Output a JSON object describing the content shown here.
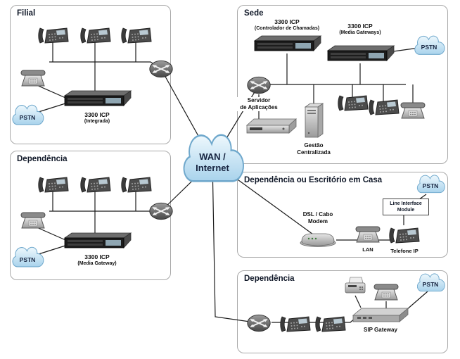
{
  "wan": {
    "line1": "WAN /",
    "line2": "Internet"
  },
  "panels": {
    "filial": {
      "title": "Filial",
      "pstn": "PSTN",
      "icp": {
        "name": "3300 ICP",
        "sub": "(Integrada)"
      }
    },
    "dependencia": {
      "title": "Dependência",
      "pstn": "PSTN",
      "icp": {
        "name": "3300 ICP",
        "sub": "(Media Gateway)"
      }
    },
    "sede": {
      "title": "Sede",
      "pstn": "PSTN",
      "icp_controller": {
        "name": "3300 ICP",
        "sub": "(Controlador de Chamadas)"
      },
      "icp_media": {
        "name": "3300 ICP",
        "sub": "(Media Gateways)"
      },
      "app_server": {
        "line1": "Servidor",
        "line2": "de Aplicações"
      },
      "management": {
        "line1": "Gestão",
        "line2": "Centralizada"
      }
    },
    "home_office": {
      "title": "Dependência ou Escritório em Casa",
      "pstn": "PSTN",
      "modem": {
        "line1": "DSL / Cabo",
        "line2": "Modem"
      },
      "lim": {
        "line1": "Line Interface",
        "line2": "Module"
      },
      "lan_label": "LAN",
      "ip_phone_label": "Telefone IP"
    },
    "dependencia_sip": {
      "title": "Dependência",
      "pstn": "PSTN",
      "gateway_label": "SIP Gateway"
    }
  },
  "colors": {
    "cloud_fill_top": "#e9f5fc",
    "cloud_fill_bottom": "#a9d3ec",
    "cloud_stroke": "#6fa8cc",
    "wire": "#1a1a1a",
    "panel_border": "#a9a9a9",
    "text": "#101828"
  }
}
